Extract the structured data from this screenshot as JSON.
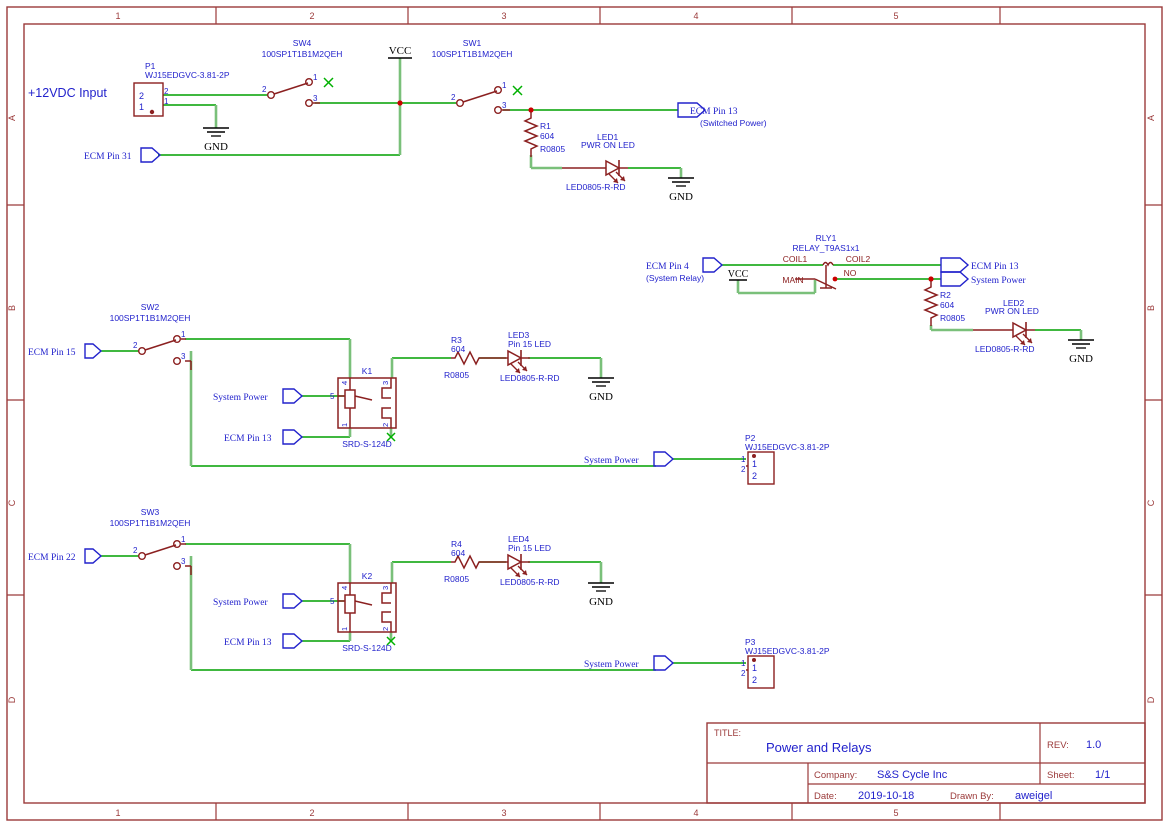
{
  "sheet": {
    "border_color": "#9b3a3a",
    "wire_color_green": "#00a000",
    "wire_color_dark_green": "#7ac07a",
    "symbol_color": "#8b2020",
    "label_color": "#2222cc",
    "zone_letters": [
      "A",
      "B",
      "C",
      "D"
    ],
    "zone_numbers": [
      "1",
      "2",
      "3",
      "4",
      "5"
    ]
  },
  "title_block": {
    "title_label": "TITLE:",
    "title_value": "Power and Relays",
    "rev_label": "REV:",
    "rev_value": "1.0",
    "company_label": "Company:",
    "company_value": "S&S Cycle Inc",
    "sheet_label": "Sheet:",
    "sheet_value": "1/1",
    "date_label": "Date:",
    "date_value": "2019-10-18",
    "drawn_by_label": "Drawn By:",
    "drawn_by_value": "aweigel"
  },
  "nets": {
    "vcc": "VCC",
    "gnd": "GND",
    "input_12v": "+12VDC Input",
    "system_power": "System Power"
  },
  "components": {
    "P1": {
      "ref": "P1",
      "value": "WJ15EDGVC-3.81-2P",
      "pin1": "1",
      "pin2": "2"
    },
    "P2": {
      "ref": "P2",
      "value": "WJ15EDGVC-3.81-2P",
      "pin1": "1",
      "pin2": "2"
    },
    "P3": {
      "ref": "P3",
      "value": "WJ15EDGVC-3.81-2P",
      "pin1": "1",
      "pin2": "2"
    },
    "SW1": {
      "ref": "SW1",
      "value": "100SP1T1B1M2QEH",
      "pin1": "1",
      "pin2": "2",
      "pin3": "3"
    },
    "SW2": {
      "ref": "SW2",
      "value": "100SP1T1B1M2QEH",
      "pin1": "1",
      "pin2": "2",
      "pin3": "3"
    },
    "SW3": {
      "ref": "SW3",
      "value": "100SP1T1B1M2QEH",
      "pin1": "1",
      "pin2": "2",
      "pin3": "3"
    },
    "SW4": {
      "ref": "SW4",
      "value": "100SP1T1B1M2QEH",
      "pin1": "1",
      "pin2": "2",
      "pin3": "3"
    },
    "R1": {
      "ref": "R1",
      "value": "604",
      "footprint": "R0805"
    },
    "R2": {
      "ref": "R2",
      "value": "604",
      "footprint": "R0805"
    },
    "R3": {
      "ref": "R3",
      "value": "604",
      "footprint": "R0805"
    },
    "R4": {
      "ref": "R4",
      "value": "604",
      "footprint": "R0805"
    },
    "LED1": {
      "ref": "LED1",
      "value": "PWR ON LED",
      "footprint": "LED0805-R-RD"
    },
    "LED2": {
      "ref": "LED2",
      "value": "PWR ON LED",
      "footprint": "LED0805-R-RD"
    },
    "LED3": {
      "ref": "LED3",
      "value": "Pin 15 LED",
      "footprint": "LED0805-R-RD"
    },
    "LED4": {
      "ref": "LED4",
      "value": "Pin 15 LED",
      "footprint": "LED0805-R-RD"
    },
    "K1": {
      "ref": "K1",
      "value": "SRD-S-124D",
      "pin1": "1",
      "pin2": "2",
      "pin3": "3",
      "pin4": "4",
      "pin5": "5"
    },
    "K2": {
      "ref": "K2",
      "value": "SRD-S-124D",
      "pin1": "1",
      "pin2": "2",
      "pin3": "3",
      "pin4": "4",
      "pin5": "5"
    },
    "RLY1": {
      "ref": "RLY1",
      "value": "RELAY_T9AS1x1",
      "coil1": "COIL1",
      "coil2": "COIL2",
      "main": "MAIN",
      "no": "NO"
    }
  },
  "ports": {
    "ecm_pin_31": "ECM Pin 31",
    "ecm_pin_13_switched": "ECM Pin 13",
    "ecm_pin_13_switched_sub": "(Switched Power)",
    "ecm_pin_4": "ECM Pin 4",
    "ecm_pin_4_sub": "(System Relay)",
    "ecm_pin_13_rly": "ECM Pin 13",
    "system_power_rly": "System Power",
    "ecm_pin_15": "ECM Pin 15",
    "ecm_pin_22": "ECM Pin 22",
    "system_power_k1": "System Power",
    "ecm_pin_13_k1": "ECM Pin 13",
    "system_power_p2": "System Power",
    "system_power_k2": "System Power",
    "ecm_pin_13_k2": "ECM Pin 13",
    "system_power_p3": "System Power"
  }
}
